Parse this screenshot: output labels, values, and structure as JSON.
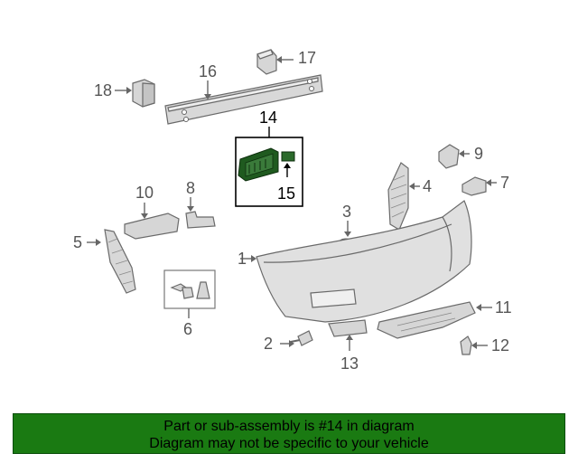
{
  "diagram": {
    "callouts": [
      "1",
      "2",
      "3",
      "4",
      "5",
      "6",
      "7",
      "8",
      "9",
      "10",
      "11",
      "12",
      "13",
      "14",
      "15",
      "16",
      "17",
      "18"
    ],
    "highlighted_part": "14",
    "sub_part": "15"
  },
  "banner": {
    "line1": "Part or sub-assembly is #14 in diagram",
    "line2": "Diagram may not be specific to your vehicle",
    "background": "#1a7a12"
  },
  "colors": {
    "part_fill": "#dcdcdc",
    "part_stroke": "#6a6a6a",
    "highlight_fill": "#1f5a1f",
    "callout_text": "#555555"
  }
}
